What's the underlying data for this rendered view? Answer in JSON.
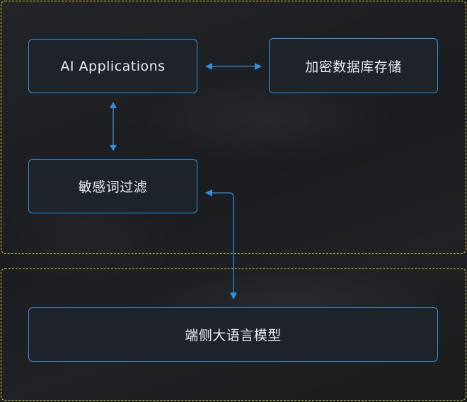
{
  "nodes": {
    "ai_applications": "AI Applications",
    "encrypted_db": "加密数据库存储",
    "sensitive_filter": "敏感词过滤",
    "on_device_llm": "端侧大语言模型"
  },
  "colors": {
    "accent": "#2f8fe0",
    "group_border": "#d8cf2a",
    "node_fill": "#1e2229",
    "text": "#e8ecf2",
    "background": "#1c1d20"
  }
}
